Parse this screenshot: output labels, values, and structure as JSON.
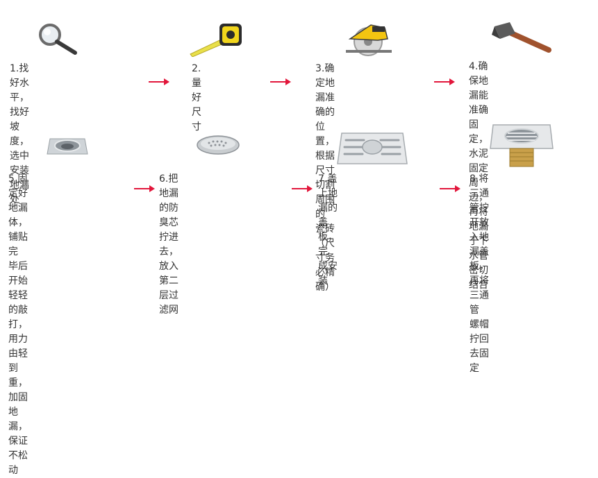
{
  "steps": [
    {
      "icon": "magnifier-icon",
      "text": "1.找好水平，找好坡度，\n选中安装地漏处"
    },
    {
      "icon": "tape-measure-icon",
      "text": "2.量好尺寸"
    },
    {
      "icon": "circular-saw-icon",
      "text": "3.确定地漏准确的位置，\n根据尺寸切割周围的\n瓷砖（尺寸务必精确）"
    },
    {
      "icon": "hammer-icon",
      "text": "4.确保地漏能准确固定，\n水泥固定周边，再将\n地漏于下水管密切结合"
    },
    {
      "icon": "floor-drain-body-icon",
      "text": "5.固定好地漏体，铺贴完\n毕后开始轻轻的敲打，\n用力由轻到重，加固地\n漏，保证不松动"
    },
    {
      "icon": "filter-core-icon",
      "text": "6.把地漏的防臭芯拧进去，\n放入第二层过滤网"
    },
    {
      "icon": "drain-cover-icon",
      "text": "7.盖上地漏的盖板，完\n成安装"
    },
    {
      "icon": "tee-pipe-drain-icon",
      "text": "8.将三通管拧开放入地\n漏盖板，再将三通管\n螺帽拧回去固定"
    }
  ],
  "colors": {
    "arrow": "#e2163b",
    "text": "#333333"
  }
}
